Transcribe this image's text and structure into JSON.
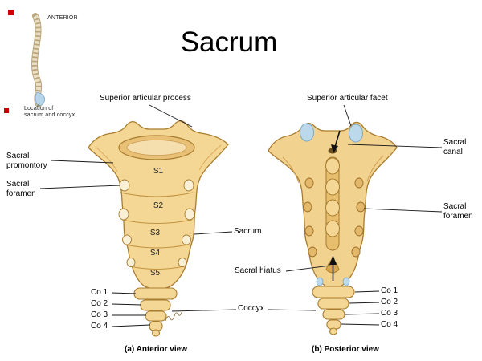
{
  "title": "Sacrum",
  "inset": {
    "anterior_label": "ANTERIOR",
    "caption_line1": "Location of",
    "caption_line2": "sacrum and coccyx"
  },
  "anterior_view": {
    "caption": "(a) Anterior view",
    "labels": {
      "superior_articular_process": "Superior articular process",
      "sacral_promontory": "Sacral promontory",
      "sacral_foramen": "Sacral foramen"
    },
    "segments": [
      "S1",
      "S2",
      "S3",
      "S4",
      "S5"
    ],
    "coccyx_segments": [
      "Co 1",
      "Co 2",
      "Co 3",
      "Co 4"
    ]
  },
  "shared_labels": {
    "sacrum": "Sacrum",
    "sacral_hiatus": "Sacral hiatus",
    "coccyx": "Coccyx"
  },
  "posterior_view": {
    "caption": "(b) Posterior view",
    "labels": {
      "superior_articular_facet": "Superior articular facet",
      "sacral_canal": "Sacral canal",
      "sacral_foramen": "Sacral foramen"
    },
    "coccyx_segments": [
      "Co 1",
      "Co 2",
      "Co 3",
      "Co 4"
    ]
  },
  "colors": {
    "bone_fill": "#f4d795",
    "bone_shade": "#e7bd6e",
    "bone_outline": "#a87c2e",
    "facet_highlight": "#bcd9ec",
    "bullet_red": "#cc0000",
    "background": "#ffffff"
  }
}
